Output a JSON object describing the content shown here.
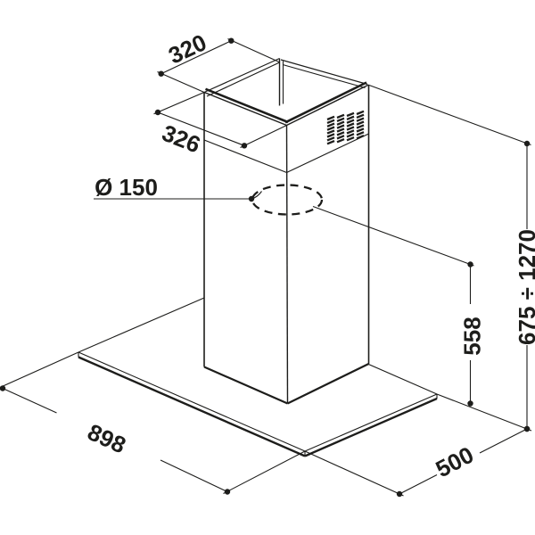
{
  "colors": {
    "line": "#1d1d1b",
    "background": "#ffffff"
  },
  "dimensions": {
    "top_width_label": "320",
    "top_depth_label": "326",
    "duct_diameter_label": "Ø 150",
    "lower_section_height_label": "558",
    "overall_height_range_label": "675 ÷ 1270",
    "base_width_label": "898",
    "base_depth_label": "500"
  }
}
